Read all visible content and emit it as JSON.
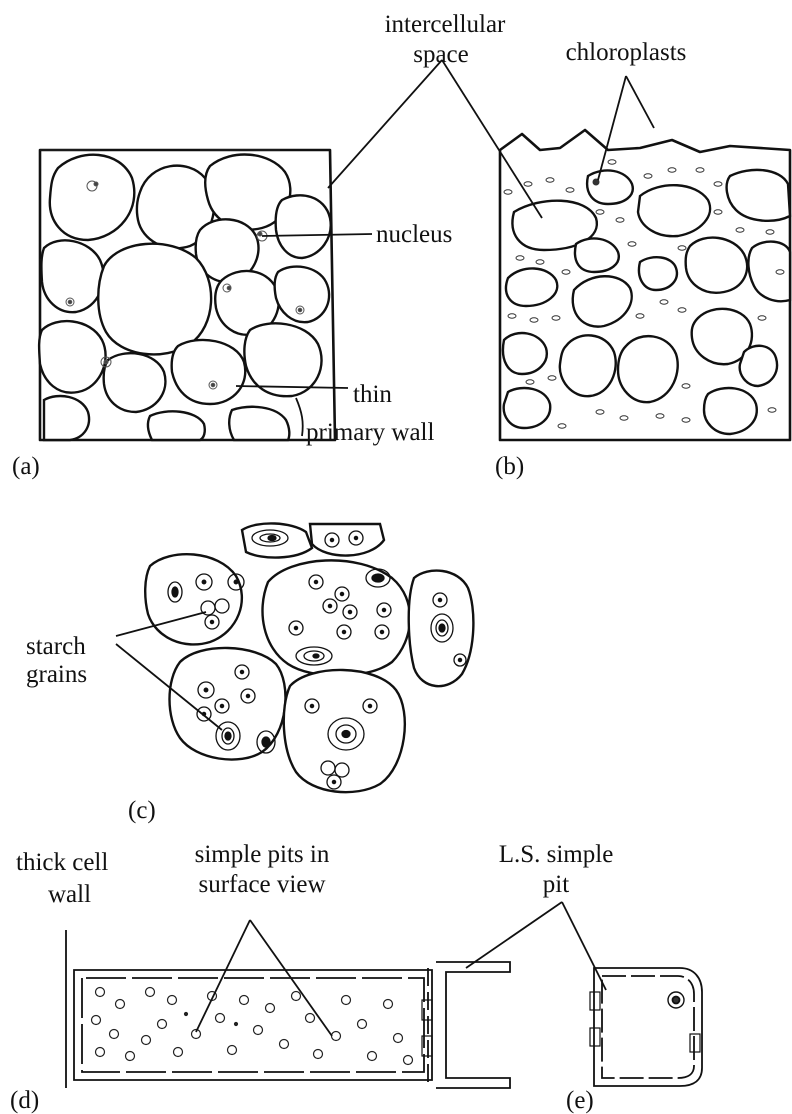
{
  "figure": {
    "panel_a": {
      "caption": "(a)",
      "labels": {
        "intercellular_line1": "intercellular",
        "intercellular_line2": "space",
        "nucleus": "nucleus",
        "thin_line1": "thin",
        "thin_line2": "primary wall"
      }
    },
    "panel_b": {
      "caption": "(b)",
      "labels": {
        "chloroplasts": "chloroplasts"
      }
    },
    "panel_c": {
      "caption": "(c)",
      "labels": {
        "starch_line1": "starch",
        "starch_line2": "grains"
      }
    },
    "panel_d": {
      "caption": "(d)",
      "labels": {
        "thick_line1": "thick cell",
        "thick_line2": "wall",
        "pits_line1": "simple pits in",
        "pits_line2": "surface view"
      }
    },
    "panel_e": {
      "caption": "(e)",
      "labels": {
        "ls_line1": "L.S. simple",
        "ls_line2": "pit"
      }
    }
  }
}
